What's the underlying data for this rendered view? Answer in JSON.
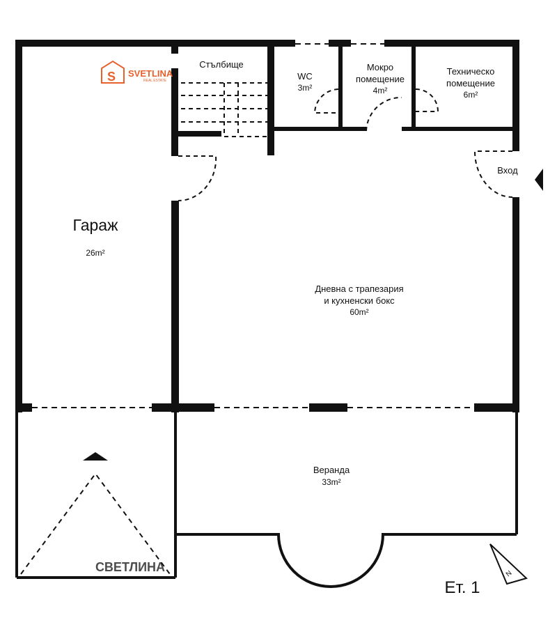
{
  "rooms": {
    "stairs": "Стълбище",
    "wc": {
      "name": "WC",
      "area": "3m²"
    },
    "wet_room": {
      "name1": "Мокро",
      "name2": "помещение",
      "area": "4m²"
    },
    "tech_room": {
      "name1": "Техническо",
      "name2": "помещение",
      "area": "6m²"
    },
    "entrance": "Вход",
    "garage": {
      "name": "Гараж",
      "area": "26m²"
    },
    "living": {
      "name1": "Дневна с трапезария",
      "name2": "и кухненски бокс",
      "area": "60m²"
    },
    "veranda": {
      "name": "Веранда",
      "area": "33m²"
    }
  },
  "floor_label": "Ет. 1",
  "compass_letter": "N",
  "logo": {
    "brand": "SVETLINA",
    "sub": "REAL ESTATE",
    "letter": "S"
  },
  "watermark": "СВЕТЛИНА",
  "colors": {
    "wall": "#111111",
    "brand": "#e8612c",
    "watermark": "#d9534f"
  }
}
